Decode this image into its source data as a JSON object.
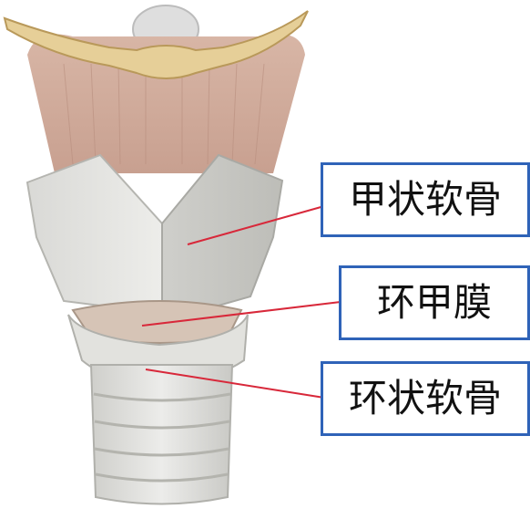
{
  "labels": [
    {
      "id": "thyroid-cartilage",
      "text": "甲状软骨"
    },
    {
      "id": "cricothyroid-membrane",
      "text": "环甲膜"
    },
    {
      "id": "cricoid-cartilage",
      "text": "环状软骨"
    }
  ],
  "colors": {
    "label_border": "#2f63b8",
    "leader_line": "#d8283a",
    "cartilage": "#e6e6e2",
    "cartilage_shadow": "#bdbdb8",
    "hyoid": "#e7d19c",
    "membrane": "#d9b8a9"
  }
}
